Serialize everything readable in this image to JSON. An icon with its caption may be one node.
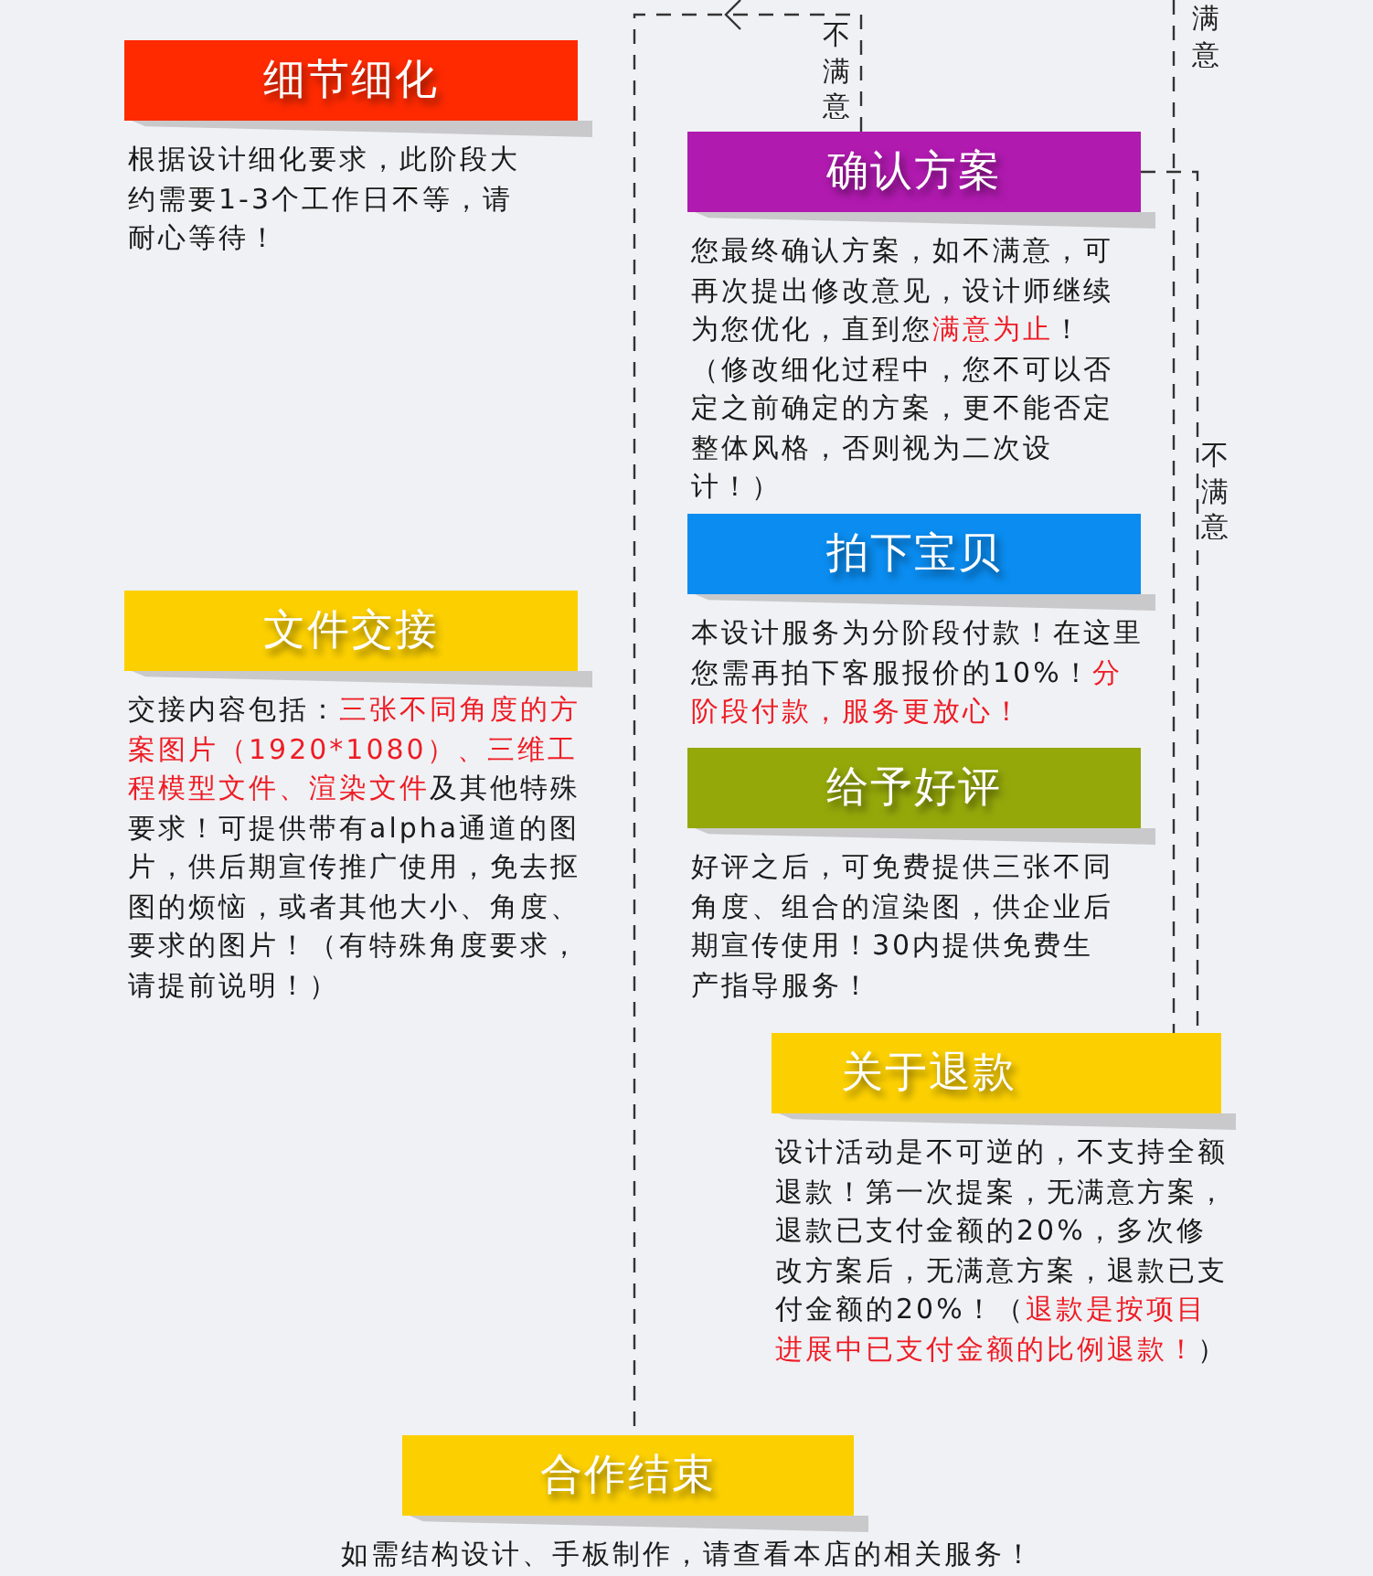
{
  "diagram": {
    "nodes": [
      {
        "text": [
          "细节细化",
          "根据设计细化要求，此阶段大约需要1-3个工作日不等，请耐心等待！"
        ]
      },
      {
        "text": [
          "确认方案",
          "您最终确认方案，如不满意，可再次提出修改意见，设计师继续为您优化，直到您**满意为止**！（修改细化过程中，您不可以否定之前确定的方案，更不能否定整体风格，否则视为二次设计！）"
        ]
      },
      {
        "text": [
          "拍下宝贝",
          "本设计服务为分阶段付款！在这里您需再拍下客服报价的10%！**分阶段付款，服务更放心！**"
        ]
      },
      {
        "text": [
          "文件交接",
          "交接内容包括：**三张不同角度的方案图片（1920*1080）、三维工程模型文件、渲染文件**及其他特殊要求！可提供带有alpha通道的图片，供后期宣传推广使用，免去抠图的烦恼，或者其他大小、角度、要求的图片！（有特殊角度要求，请提前说明！）"
        ]
      },
      {
        "text": [
          "给予好评",
          "好评之后，可免费提供三张不同角度、组合的渲染图，供企业后期宣传使用！30内提供免费生产指导服务！"
        ]
      },
      {
        "text": [
          "关于退款",
          "设计活动是不可逆的，不支持全额退款！第一次提案，无满意方案，退款已支付金额的20%，多次修改方案后，无满意方案，退款已支付金额的20%！（**退款是按项目进展中已支付金额的比例退款！**）"
        ]
      },
      {
        "text": [
          "合作结束",
          "如需结构设计、手板制作，请查看本店的相关服务！"
        ]
      }
    ],
    "edges": [
      {
        "from": 1,
        "to": 6,
        "arrow": "to",
        "label": "不满意",
        "style": "dashed"
      },
      {
        "from": 1,
        "to": 5,
        "arrow": "none",
        "label": "不满意",
        "style": "dashed"
      },
      {
        "from": null,
        "to": 5,
        "arrow": "none",
        "label": "满意",
        "style": "dashed"
      }
    ]
  }
}
